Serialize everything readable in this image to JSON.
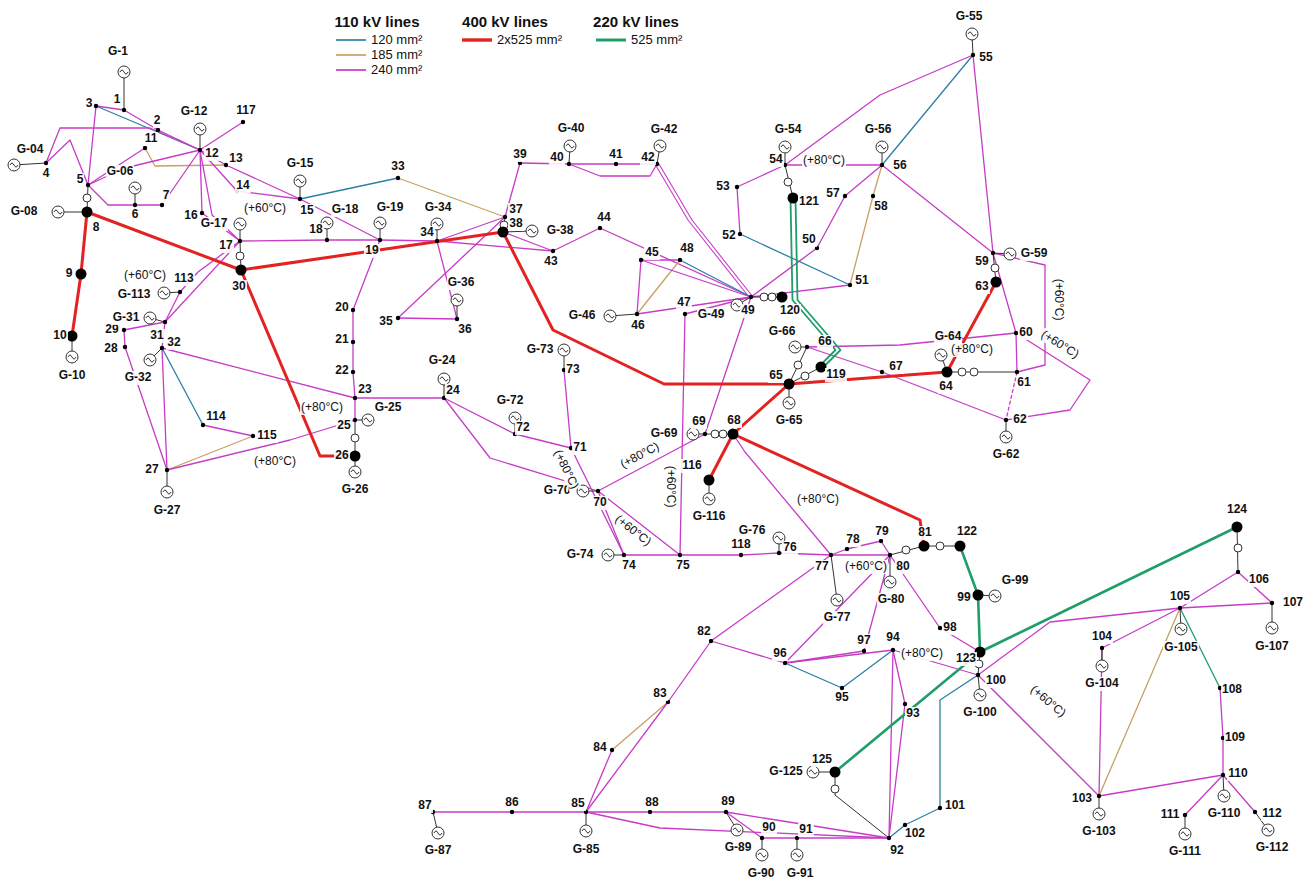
{
  "diagram": {
    "labels": [
      "110 kV lines",
      "400 kV lines",
      "220 kV lines",
      "1",
      "2",
      "3",
      "4",
      "5",
      "6",
      "7",
      "8",
      "9",
      "10",
      "11",
      "12",
      "13",
      "14",
      "15",
      "16",
      "17",
      "18",
      "19",
      "20",
      "21",
      "22",
      "23",
      "24",
      "25",
      "26",
      "27",
      "28",
      "29",
      "30",
      "31",
      "32",
      "33",
      "34",
      "35",
      "36",
      "37",
      "38",
      "39",
      "40",
      "41",
      "42",
      "43",
      "44",
      "45",
      "46",
      "47",
      "48",
      "49",
      "50",
      "51",
      "52",
      "53",
      "54",
      "55",
      "56",
      "57",
      "58",
      "59",
      "60",
      "61",
      "62",
      "63",
      "64",
      "65",
      "66",
      "67",
      "68",
      "69",
      "70",
      "71",
      "72",
      "73",
      "74",
      "75",
      "76",
      "77",
      "78",
      "79",
      "80",
      "81",
      "82",
      "83",
      "84",
      "85",
      "86",
      "87",
      "88",
      "89",
      "90",
      "91",
      "92",
      "93",
      "94",
      "95",
      "96",
      "97",
      "98",
      "99",
      "100",
      "101",
      "102",
      "103",
      "104",
      "105",
      "106",
      "107",
      "108",
      "109",
      "110",
      "111",
      "112",
      "113",
      "114",
      "115",
      "116",
      "117",
      "118",
      "119",
      "120",
      "121",
      "122",
      "123",
      "124",
      "125",
      "G-1",
      "G-04",
      "G-06",
      "G-08",
      "G-10",
      "G-12",
      "G-15",
      "G-17",
      "G-18",
      "G-19",
      "G-24",
      "G-25",
      "G-26",
      "G-27",
      "G-31",
      "G-32",
      "G-34",
      "G-36",
      "G-38",
      "G-40",
      "G-42",
      "G-46",
      "G-49",
      "G-54",
      "G-55",
      "G-56",
      "G-59",
      "G-62",
      "G-64",
      "G-65",
      "G-66",
      "G-69",
      "G-70",
      "G-72",
      "G-73",
      "G-74",
      "G-76",
      "G-77",
      "G-80",
      "G-85",
      "G-87",
      "G-89",
      "G-90",
      "G-91",
      "G-99",
      "G-100",
      "G-103",
      "G-104",
      "G-105",
      "G-107",
      "G-110",
      "G-111",
      "G-112",
      "G-113",
      "G-116",
      "G-125",
      "(+60°C)",
      "(+60°C)",
      "(+80°C)",
      "(+80°C)",
      "(+80°C)",
      "(+80°C)",
      "(+60°C)",
      "(+60°C)",
      "(+80°C)",
      "(+60°C)",
      "(+80°C)",
      "(+60°C)",
      "(+80°C)",
      "(+80°C)",
      "(+60°C)",
      "(+60°C)"
    ],
    "legend": [
      {
        "text": "120 mm²"
      },
      {
        "text": "185 mm²"
      },
      {
        "text": "240 mm²"
      },
      {
        "text": "2x525 mm²"
      },
      {
        "text": "525 mm²"
      }
    ]
  }
}
